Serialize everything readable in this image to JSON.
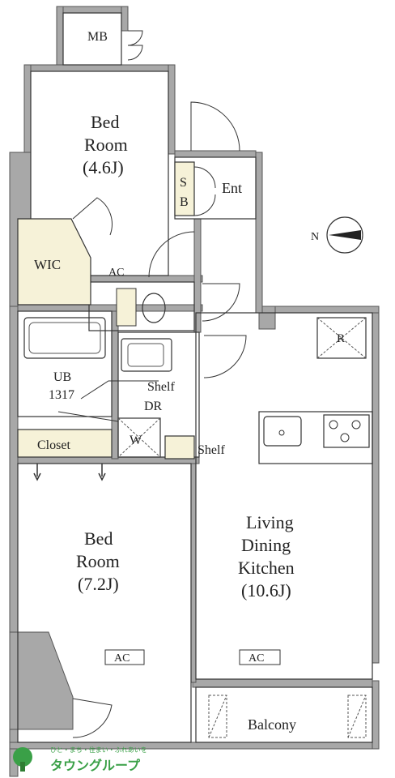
{
  "rooms": {
    "mb": "MB",
    "bedroom1": {
      "line1": "Bed",
      "line2": "Room",
      "line3": "(4.6J)"
    },
    "sb": {
      "s": "S",
      "b": "B"
    },
    "ent": "Ent",
    "wic": "WIC",
    "ac1": "AC",
    "ub": {
      "line1": "UB",
      "line2": "1317"
    },
    "shelf_dr": {
      "line1": "Shelf",
      "line2": "DR"
    },
    "w": "W",
    "closet": "Closet",
    "shelf2": "Shelf",
    "fridge": "R",
    "bedroom2": {
      "line1": "Bed",
      "line2": "Room",
      "line3": "(7.2J)"
    },
    "ac2": "AC",
    "ldk": {
      "line1": "Living",
      "line2": "Dining",
      "line3": "Kitchen",
      "line4": "(10.6J)"
    },
    "ac3": "AC",
    "balcony": "Balcony"
  },
  "compass": {
    "label": "N"
  },
  "logo": {
    "tagline": "ひと・まち・住まい・ふれあいを",
    "name": "タウングループ"
  },
  "colors": {
    "wall": "#a8a8a8",
    "wic_fill": "#f6f2d8",
    "closet_fill": "#f6f2d8",
    "logo_green": "#3aa047"
  }
}
